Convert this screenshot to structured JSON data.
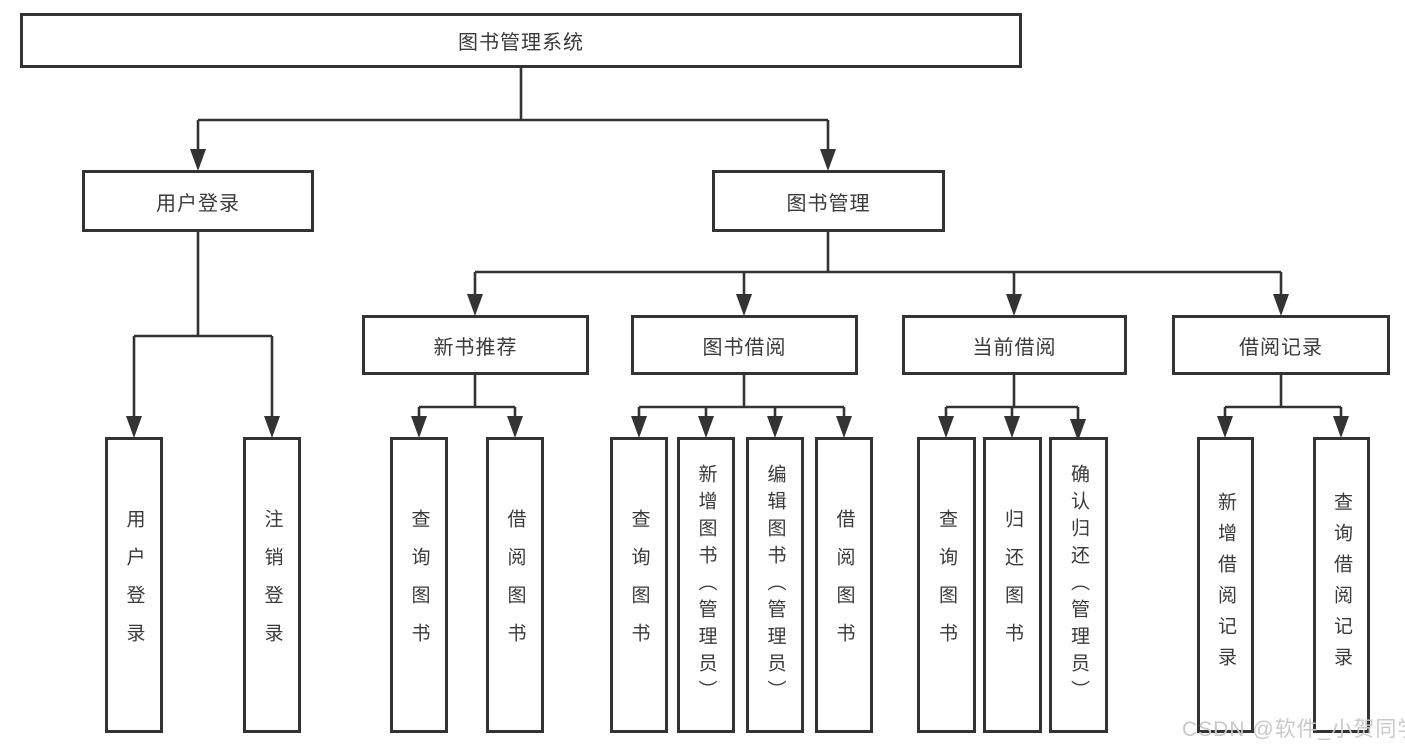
{
  "diagram": {
    "root": {
      "label": "图书管理系统"
    },
    "branches": [
      {
        "label": "用户登录",
        "children": [
          {
            "label": "用户登录"
          },
          {
            "label": "注销登录"
          }
        ]
      },
      {
        "label": "图书管理",
        "children": [
          {
            "label": "新书推荐",
            "children": [
              {
                "label": "查询图书"
              },
              {
                "label": "借阅图书"
              }
            ]
          },
          {
            "label": "图书借阅",
            "children": [
              {
                "label": "查询图书"
              },
              {
                "label": "新增图书（管理员）"
              },
              {
                "label": "编辑图书（管理员）"
              },
              {
                "label": "借阅图书"
              }
            ]
          },
          {
            "label": "当前借阅",
            "children": [
              {
                "label": "查询图书"
              },
              {
                "label": "归还图书"
              },
              {
                "label": "确认归还（管理员）"
              }
            ]
          },
          {
            "label": "借阅记录",
            "children": [
              {
                "label": "新增借阅记录"
              },
              {
                "label": "查询借阅记录"
              }
            ]
          }
        ]
      }
    ]
  },
  "watermark": {
    "text": "CSDN @软件_小贺同学"
  },
  "colors": {
    "line": "#333333",
    "text": "#3a3a3a",
    "watermark": "#c9c9c9",
    "background": "#ffffff"
  }
}
